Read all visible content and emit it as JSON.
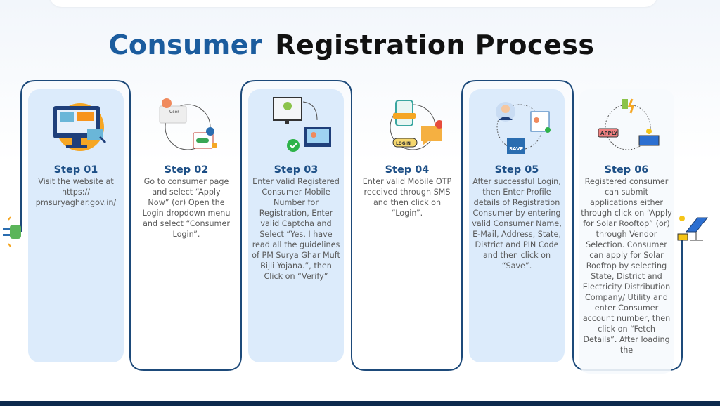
{
  "title": {
    "part1": "Consumer",
    "part2": "Registration Process"
  },
  "colors": {
    "accent": "#1b5c9e",
    "line": "#1d4a7a",
    "card_blue": "#dcebfb",
    "step_title": "#1d4f86"
  },
  "steps": [
    {
      "label": "Step 01",
      "text": "Visit the website at https:// pmsuryaghar.gov.in/",
      "icon": "computer-website-icon"
    },
    {
      "label": "Step 02",
      "text": "Go to consumer page and select “Apply Now” (or) Open the Login dropdown menu and select “Consumer Login”.",
      "icon": "login-user-key-icon"
    },
    {
      "label": "Step 03",
      "text": "Enter valid Registered Consumer Mobile Number for Registration, Enter valid Captcha and Select “Yes, I have read all the guidelines of PM Surya Ghar Muft Bijli Yojana.”, then Click on “Verify”",
      "icon": "verify-monitor-icon"
    },
    {
      "label": "Step 04",
      "text": "Enter valid Mobile OTP received through SMS and then click on “Login”.",
      "icon": "otp-sms-login-icon"
    },
    {
      "label": "Step 05",
      "text": "After successful Login, then Enter Profile details of Registration Consumer by entering valid Consumer Name, E-Mail, Address, State, District and PIN Code and then click on “Save”.",
      "icon": "profile-save-icon"
    },
    {
      "label": "Step 06",
      "text": "Registered consumer can submit applications either through click on “Apply for Solar Rooftop” (or) through Vendor Selection. Consumer can apply for Solar Rooftop by selecting State, District and Electricity Distribution Company/ Utility and enter Consumer account number, then click on “Fetch Details”. After loading the",
      "icon": "apply-solar-icon"
    }
  ],
  "icon_labels": {
    "user": "User",
    "login": "LOGIN",
    "save": "SAVE",
    "apply": "APPLY"
  }
}
